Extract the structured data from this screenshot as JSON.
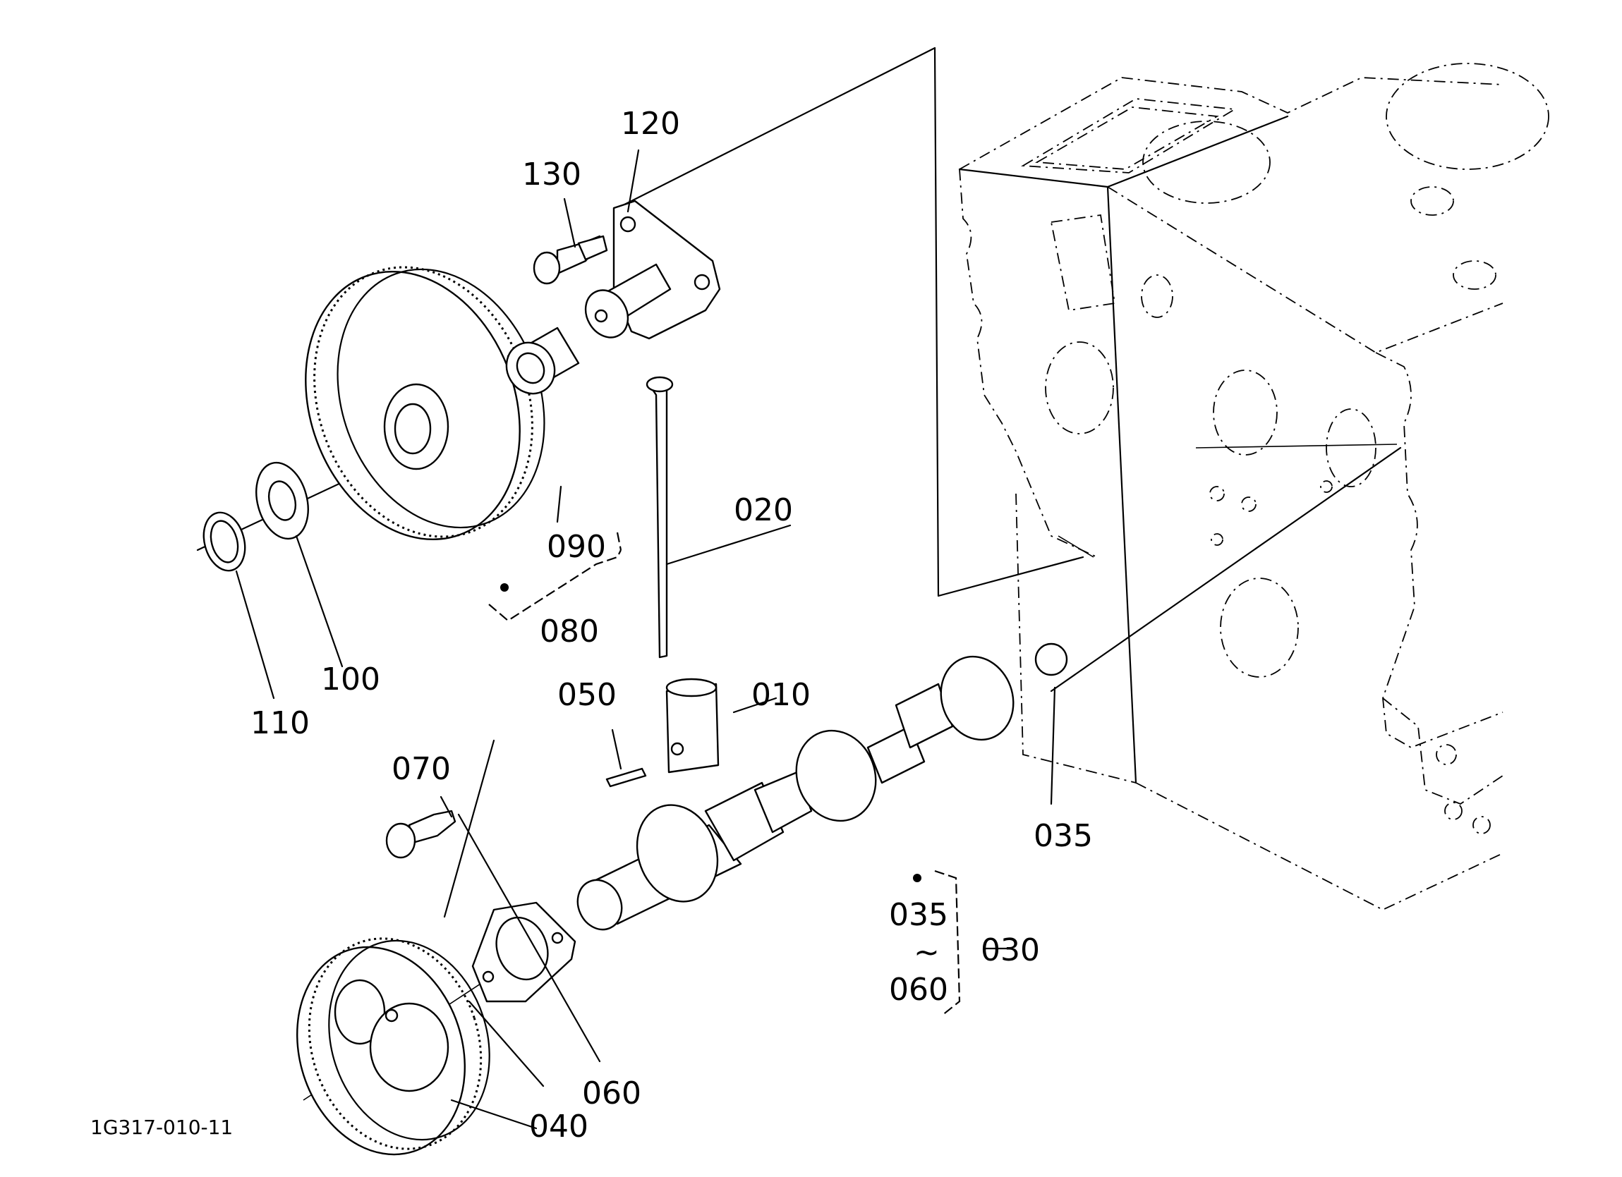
{
  "figure_code": "1G317-010-11",
  "part_labels": {
    "p010": "010",
    "p020": "020",
    "p030": "030",
    "p035_a": "035",
    "p035_b": "035",
    "p040": "040",
    "p050": "050",
    "p060_a": "060",
    "p060_b": "060",
    "p070": "070",
    "p080": "080",
    "p090": "090",
    "p100": "100",
    "p110": "110",
    "p120": "120",
    "p130": "130",
    "tilde": "~"
  }
}
